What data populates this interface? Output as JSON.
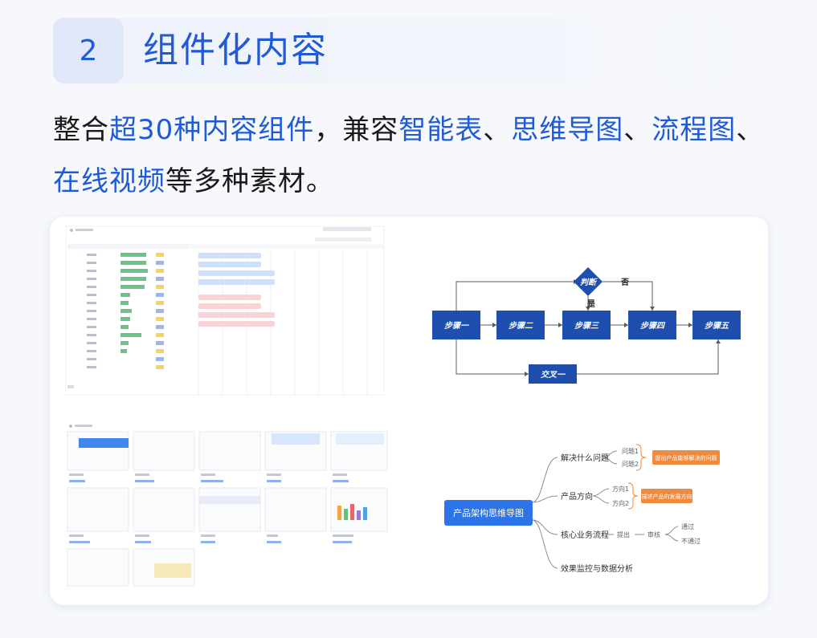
{
  "section": {
    "number": "2",
    "title": "组件化内容"
  },
  "description": {
    "parts": [
      {
        "text": "整合",
        "hl": false
      },
      {
        "text": "超30种内容组件",
        "hl": true
      },
      {
        "text": "，兼容",
        "hl": false
      },
      {
        "text": "智能表",
        "hl": true
      },
      {
        "text": "、",
        "hl": false
      },
      {
        "text": "思维导图",
        "hl": true
      },
      {
        "text": "、",
        "hl": false
      },
      {
        "text": "流程图",
        "hl": true
      },
      {
        "text": "、",
        "hl": false
      },
      {
        "text": "在线视频",
        "hl": true
      },
      {
        "text": "等多种素材。",
        "hl": false
      }
    ]
  },
  "flowchart": {
    "steps": [
      "步骤一",
      "步骤二",
      "步骤三",
      "步骤四",
      "步骤五"
    ],
    "decision": "判断",
    "yes": "是",
    "no": "否",
    "cross": "交叉一"
  },
  "mindmap": {
    "root": "产品架构思维导图",
    "branches": [
      {
        "label": "解决什么问题",
        "subs": [
          "问题1",
          "问题2"
        ],
        "note": "提出产品能够解决的问题"
      },
      {
        "label": "产品方向",
        "subs": [
          "方向1",
          "方向2"
        ],
        "note": "描述产品的发展方向"
      },
      {
        "label": "核心业务流程",
        "flow": [
          "提出",
          "审核"
        ],
        "outcomes": [
          "通过",
          "不通过"
        ]
      },
      {
        "label": "效果监控与数据分析"
      }
    ]
  },
  "colors": {
    "accent": "#1f5ad8",
    "flow_box": "#1e4fae",
    "note_orange": "#f08a3c",
    "mind_root": "#2d74e8"
  }
}
